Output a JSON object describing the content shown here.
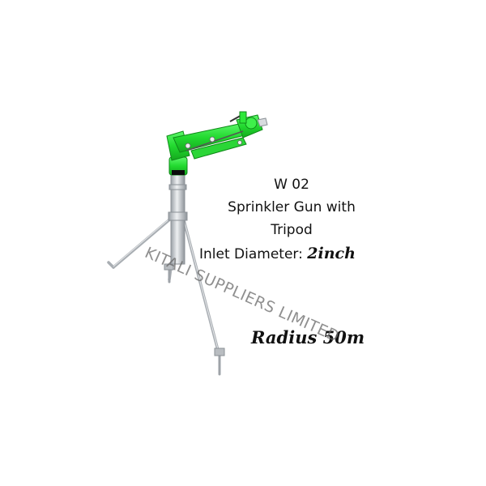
{
  "product": {
    "model": "W 02",
    "description_line1": "Sprinkler Gun with",
    "description_line2": "Tripod",
    "inlet_label": "Inlet Diameter:",
    "inlet_value": "2inch",
    "radius": "Radius 50m"
  },
  "watermark": "KITALI SUPPLIERS LIMITED",
  "colors": {
    "sprinkler_green": "#2ee83a",
    "steel": "#c8ccd0",
    "background": "#ffffff"
  }
}
